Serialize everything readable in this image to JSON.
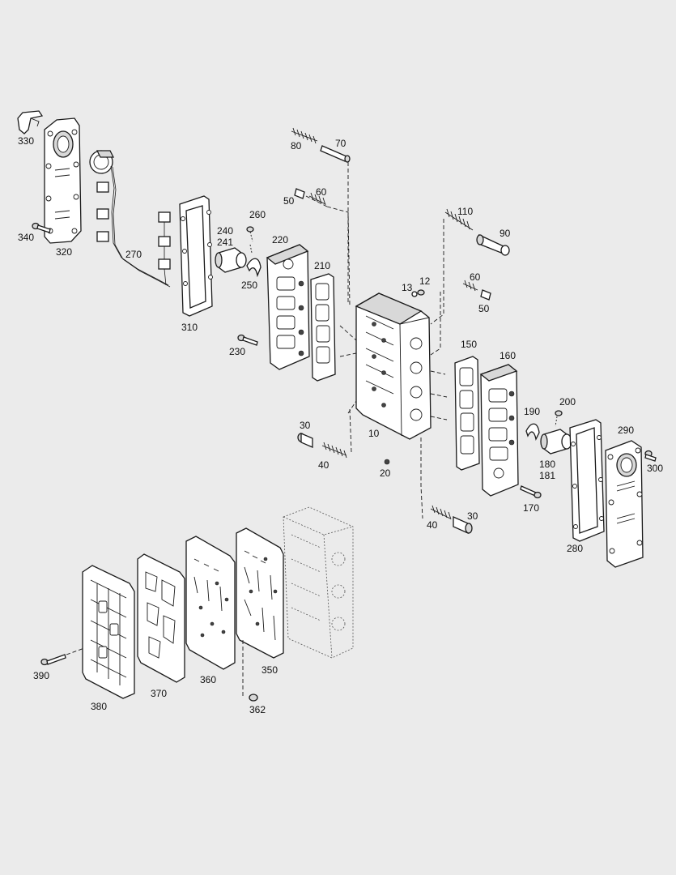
{
  "callouts": {
    "p10": "10",
    "p12": "12",
    "p13": "13",
    "p20": "20",
    "p30a": "30",
    "p30b": "30",
    "p40a": "40",
    "p40b": "40",
    "p50a": "50",
    "p50b": "50",
    "p60a": "60",
    "p60b": "60",
    "p70": "70",
    "p80": "80",
    "p90": "90",
    "p110": "110",
    "p150": "150",
    "p160": "160",
    "p170": "170",
    "p180": "180",
    "p181": "181",
    "p190": "190",
    "p200": "200",
    "p210": "210",
    "p220": "220",
    "p230": "230",
    "p240": "240",
    "p241": "241",
    "p250": "250",
    "p260": "260",
    "p270": "270",
    "p280": "280",
    "p290": "290",
    "p300": "300",
    "p310": "310",
    "p320": "320",
    "p330": "330",
    "p340": "340",
    "p350": "350",
    "p360": "360",
    "p362": "362",
    "p370": "370",
    "p380": "380",
    "p390": "390"
  }
}
